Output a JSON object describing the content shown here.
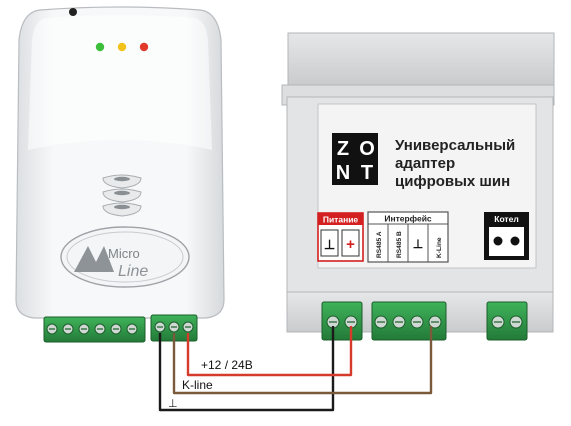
{
  "colors": {
    "power_wire": "#d63a2a",
    "kline_wire": "#7a5a3a",
    "ground_wire": "#1a1a1a",
    "terminal_green": "#2f9a4a",
    "led_green": "#3bbf3b",
    "led_yellow": "#f2c21a",
    "led_red": "#e23a2a",
    "power_box": "#d32020",
    "boiler_box": "#111111"
  },
  "controller": {
    "logo_line1": "Micro",
    "logo_line2": "Line",
    "leds": [
      "green",
      "yellow",
      "red"
    ]
  },
  "adapter": {
    "brand_letters": [
      "Z",
      "O",
      "N",
      "T"
    ],
    "title_lines": [
      "Универсальный",
      "адаптер",
      "цифровых шин"
    ],
    "power_label": "Питание",
    "power_minus": "⊥",
    "power_plus": "+",
    "interface_label": "Интерфейс",
    "interface_pins": [
      "RS485 A",
      "RS485 B",
      "⊥",
      "K-Line"
    ],
    "boiler_label": "Котел"
  },
  "wires": {
    "power_label": "+12 / 24В",
    "kline_label": "K-line",
    "ground_label": "⊥"
  }
}
